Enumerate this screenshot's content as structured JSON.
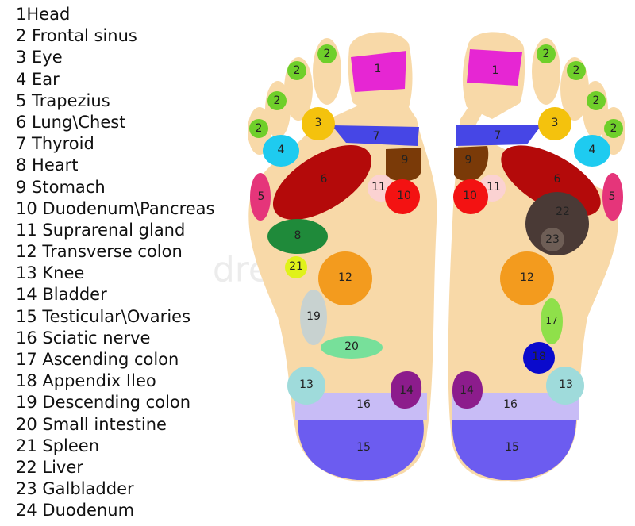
{
  "legend": [
    "1Head",
    "2 Frontal sinus",
    "3 Eye",
    "4 Ear",
    "5 Trapezius",
    "6 Lung\\Chest",
    "7 Thyroid",
    "8 Heart",
    "9 Stomach",
    "10 Duodenum\\Pancreas",
    "11 Suprarenal gland",
    "12 Transverse colon",
    "13 Knee",
    "14 Bladder",
    "15 Testicular\\Ovaries",
    "16 Sciatic nerve",
    "17 Ascending colon",
    "18 Appendix Ileo",
    "19 Descending colon",
    "20 Small intestine",
    "21 Spleen",
    "22 Liver",
    "23 Galbladder",
    "24 Duodenum"
  ],
  "watermark": "dreamstime",
  "colors": {
    "skin": "#f8d9a8",
    "head": "#e626d3",
    "frontal_sinus": "#6fcf2a",
    "eye": "#f4c20d",
    "ear": "#1ecbf0",
    "trapezius": "#e5357a",
    "lung": "#b40a0a",
    "thyroid": "#4646e6",
    "heart": "#1f8a3a",
    "stomach": "#7a3a08",
    "duodenum_pancreas": "#f31212",
    "suprarenal": "#fbd2d2",
    "transverse_colon": "#f39b1e",
    "knee": "#9fdbdb",
    "bladder": "#8c1c8c",
    "testicular": "#6c5cf0",
    "sciatic": "#c8bcf6",
    "ascending_colon": "#8fe04a",
    "appendix": "#0a0acc",
    "descending_colon": "#c8d2d0",
    "small_intestine": "#77e09a",
    "spleen": "#e0f21a",
    "liver": "#4a3a36",
    "galbladder": "#6e5e56"
  },
  "zones": {
    "z1": "1",
    "z2": "2",
    "z3": "3",
    "z4": "4",
    "z5": "5",
    "z6": "6",
    "z7": "7",
    "z8": "8",
    "z9": "9",
    "z10": "10",
    "z11": "11",
    "z12": "12",
    "z13": "13",
    "z14": "14",
    "z15": "15",
    "z16": "16",
    "z17": "17",
    "z18": "18",
    "z19": "19",
    "z20": "20",
    "z21": "21",
    "z22": "22",
    "z23": "23"
  }
}
